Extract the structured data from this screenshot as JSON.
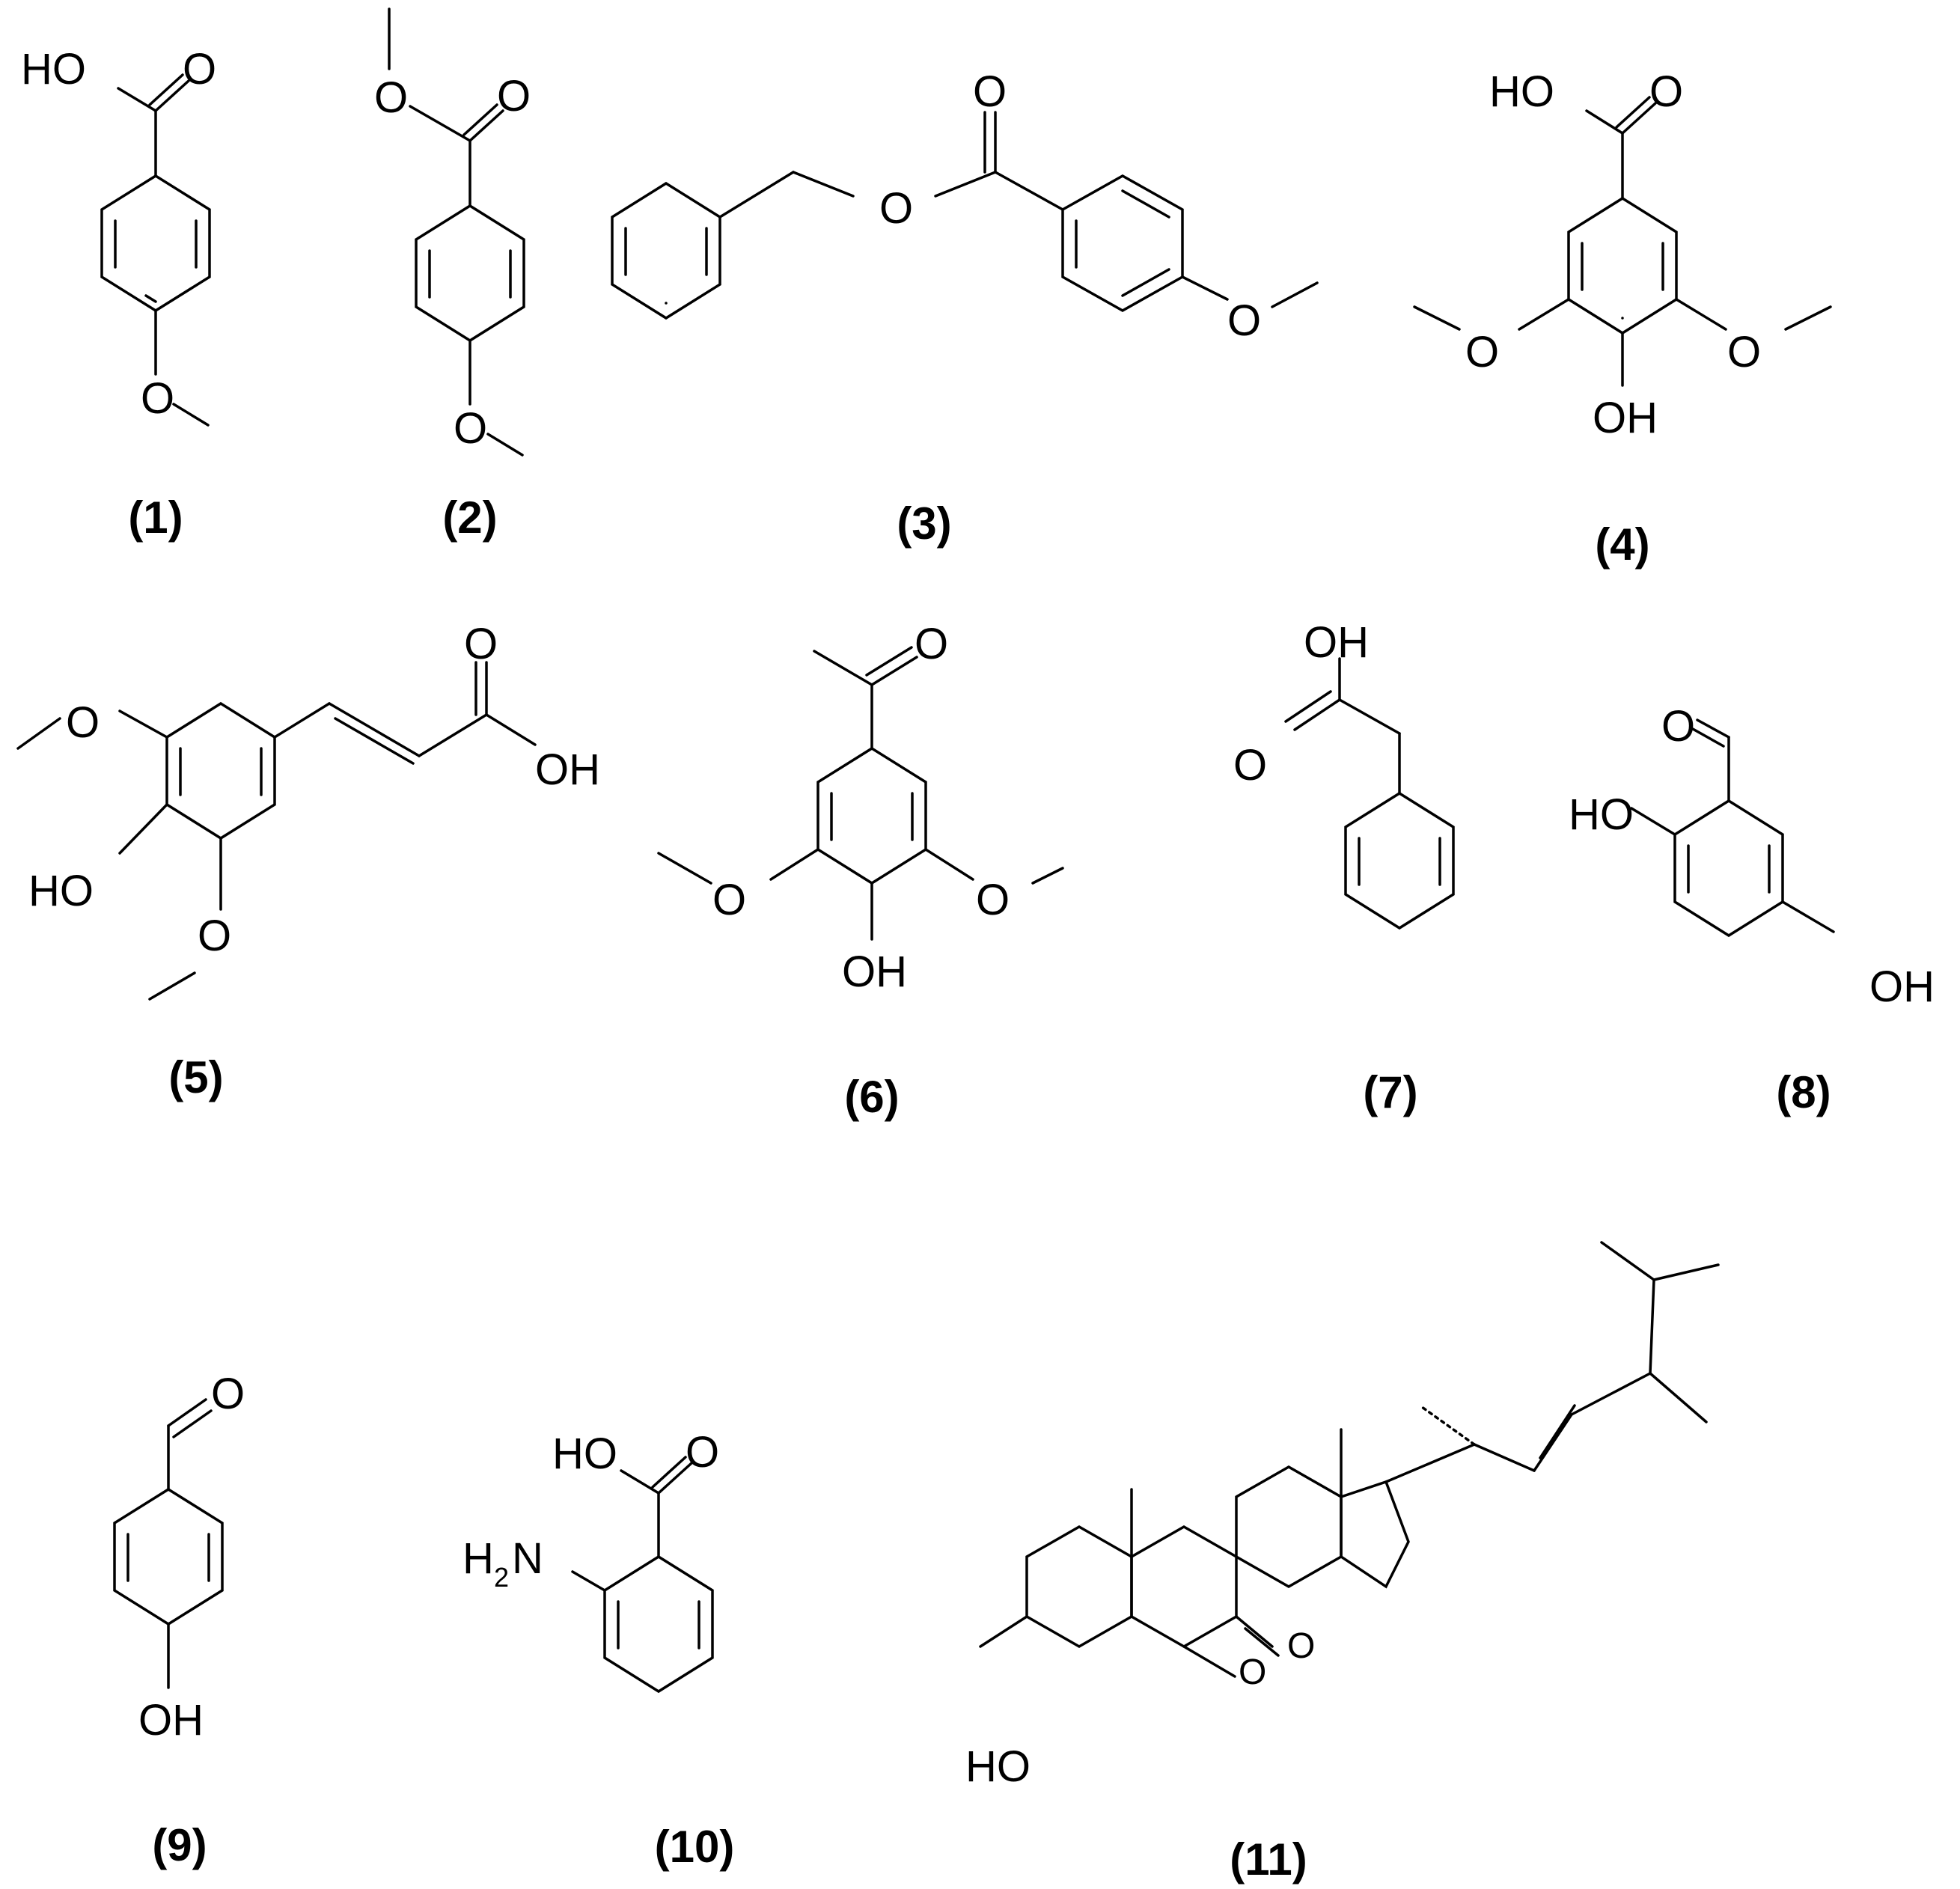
{
  "labels": {
    "OH": "OH",
    "HO": "HO",
    "O": "O",
    "H2N_H": "H",
    "H2N_sub": "2",
    "H2N_N": "N"
  },
  "compounds": [
    {
      "id": "1",
      "label": "(1)"
    },
    {
      "id": "2",
      "label": "(2)"
    },
    {
      "id": "3",
      "label": "(3)"
    },
    {
      "id": "4",
      "label": "(4)"
    },
    {
      "id": "5",
      "label": "(5)"
    },
    {
      "id": "6",
      "label": "(6)"
    },
    {
      "id": "7",
      "label": "(7)"
    },
    {
      "id": "8",
      "label": "(8)"
    },
    {
      "id": "9",
      "label": "(9)"
    },
    {
      "id": "10",
      "label": "(10)"
    },
    {
      "id": "11",
      "label": "(11)"
    }
  ]
}
